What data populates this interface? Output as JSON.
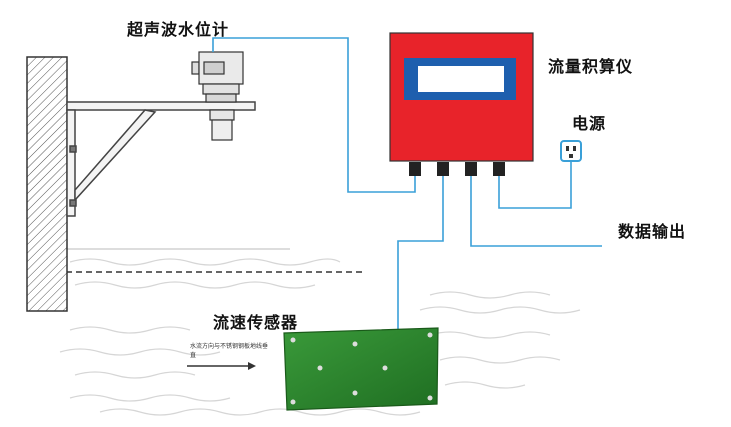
{
  "labels": {
    "ultrasonic_level_meter": "超声波水位计",
    "flow_totalizer": "流量积算仪",
    "power_supply": "电源",
    "data_output": "数据输出",
    "velocity_sensor": "流速传感器",
    "velocity_note": "水流方向与不锈钢钢板地线垂直"
  },
  "colors": {
    "wire": "#3aa0d8",
    "enclosure": "#e8232a",
    "display_frame": "#1e5fae",
    "display_screen": "#ffffff",
    "sensor_plate": "#2d8a2d",
    "wall_hatch": "#555555"
  },
  "icons": {
    "power_outlet": "power-socket-icon",
    "flow_direction": "arrow-right-icon"
  }
}
